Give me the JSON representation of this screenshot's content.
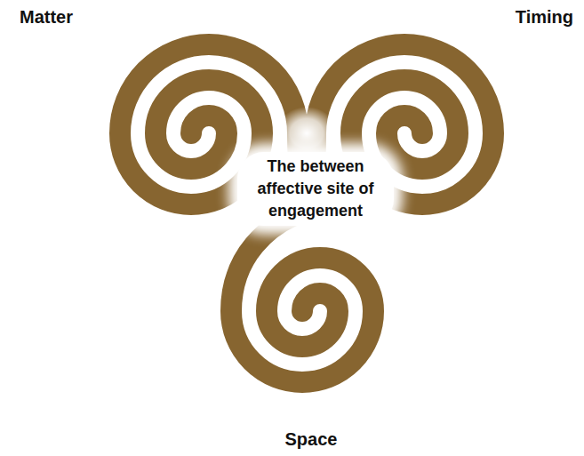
{
  "diagram": {
    "labels": [
      "Matter",
      "Timing",
      "The between affective site of engagement",
      "Space"
    ]
  }
}
